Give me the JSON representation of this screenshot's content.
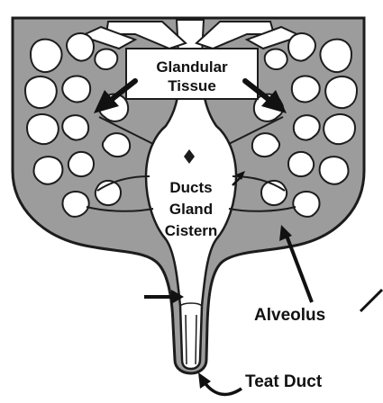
{
  "labels": {
    "glandular_line1": "Glandular",
    "glandular_line2": "Tissue",
    "ducts_line1": "Ducts",
    "ducts_line2": "Gland",
    "ducts_line3": "Cistern",
    "alveolus": "Alveolus",
    "teat_duct": "Teat Duct"
  },
  "colors": {
    "tissue_fill": "#9c9c9c",
    "outline": "#1c1c1c",
    "lumen": "#ffffff",
    "label_box": "#ffffff",
    "text": "#111111"
  }
}
